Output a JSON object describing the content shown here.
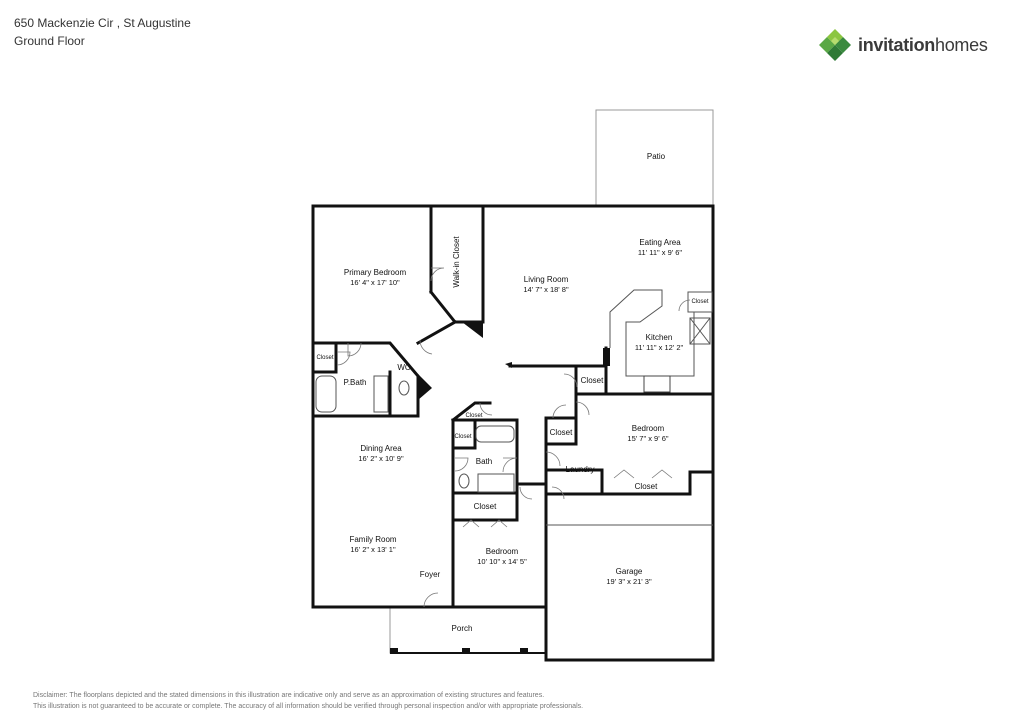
{
  "header": {
    "address": "650 Mackenzie Cir , St Augustine",
    "floor": "Ground Floor"
  },
  "logo": {
    "brand_bold": "invitation",
    "brand_light": "homes"
  },
  "rooms": {
    "patio": {
      "name": "Patio"
    },
    "eating_area": {
      "name": "Eating Area",
      "dim": "11' 11\" x 9' 6\""
    },
    "primary_bedroom": {
      "name": "Primary Bedroom",
      "dim": "16' 4\" x 17' 10\""
    },
    "walk_in_closet": {
      "name": "Walk-in Closet"
    },
    "living_room": {
      "name": "Living Room",
      "dim": "14' 7\" x 18' 8\""
    },
    "kitchen": {
      "name": "Kitchen",
      "dim": "11' 11\" x 12' 2\""
    },
    "kitchen_closet": {
      "name": "Closet"
    },
    "primary_closet": {
      "name": "Closet"
    },
    "wc": {
      "name": "WC"
    },
    "pbath": {
      "name": "P.Bath"
    },
    "hall_closet": {
      "name": "Closet"
    },
    "closet_a": {
      "name": "Closet"
    },
    "closet_b": {
      "name": "Closet"
    },
    "closet_c": {
      "name": "Closet"
    },
    "bedroom_east": {
      "name": "Bedroom",
      "dim": "15' 7\" x 9' 6\""
    },
    "dining_area": {
      "name": "Dining Area",
      "dim": "16' 2\" x 10' 9\""
    },
    "bath": {
      "name": "Bath"
    },
    "laundry": {
      "name": "Laundry"
    },
    "closet_east": {
      "name": "Closet"
    },
    "bedroom_closet": {
      "name": "Closet"
    },
    "family_room": {
      "name": "Family Room",
      "dim": "16' 2\" x 13' 1\""
    },
    "bedroom_south": {
      "name": "Bedroom",
      "dim": "10' 10\" x 14' 5\""
    },
    "garage": {
      "name": "Garage",
      "dim": "19' 3\" x 21' 3\""
    },
    "foyer": {
      "name": "Foyer"
    },
    "porch": {
      "name": "Porch"
    }
  },
  "footer": {
    "line1": "Disclaimer: The floorplans depicted and the stated dimensions in this illustration are indicative only and serve as an approximation of existing structures and features.",
    "line2": "This illustration is not guaranteed to be accurate or complete. The accuracy of all information should be verified through personal inspection and/or with appropriate professionals."
  },
  "colors": {
    "logo_green_dark": "#3a8a3f",
    "logo_green_light": "#8cc63f",
    "wall": "#111111"
  }
}
